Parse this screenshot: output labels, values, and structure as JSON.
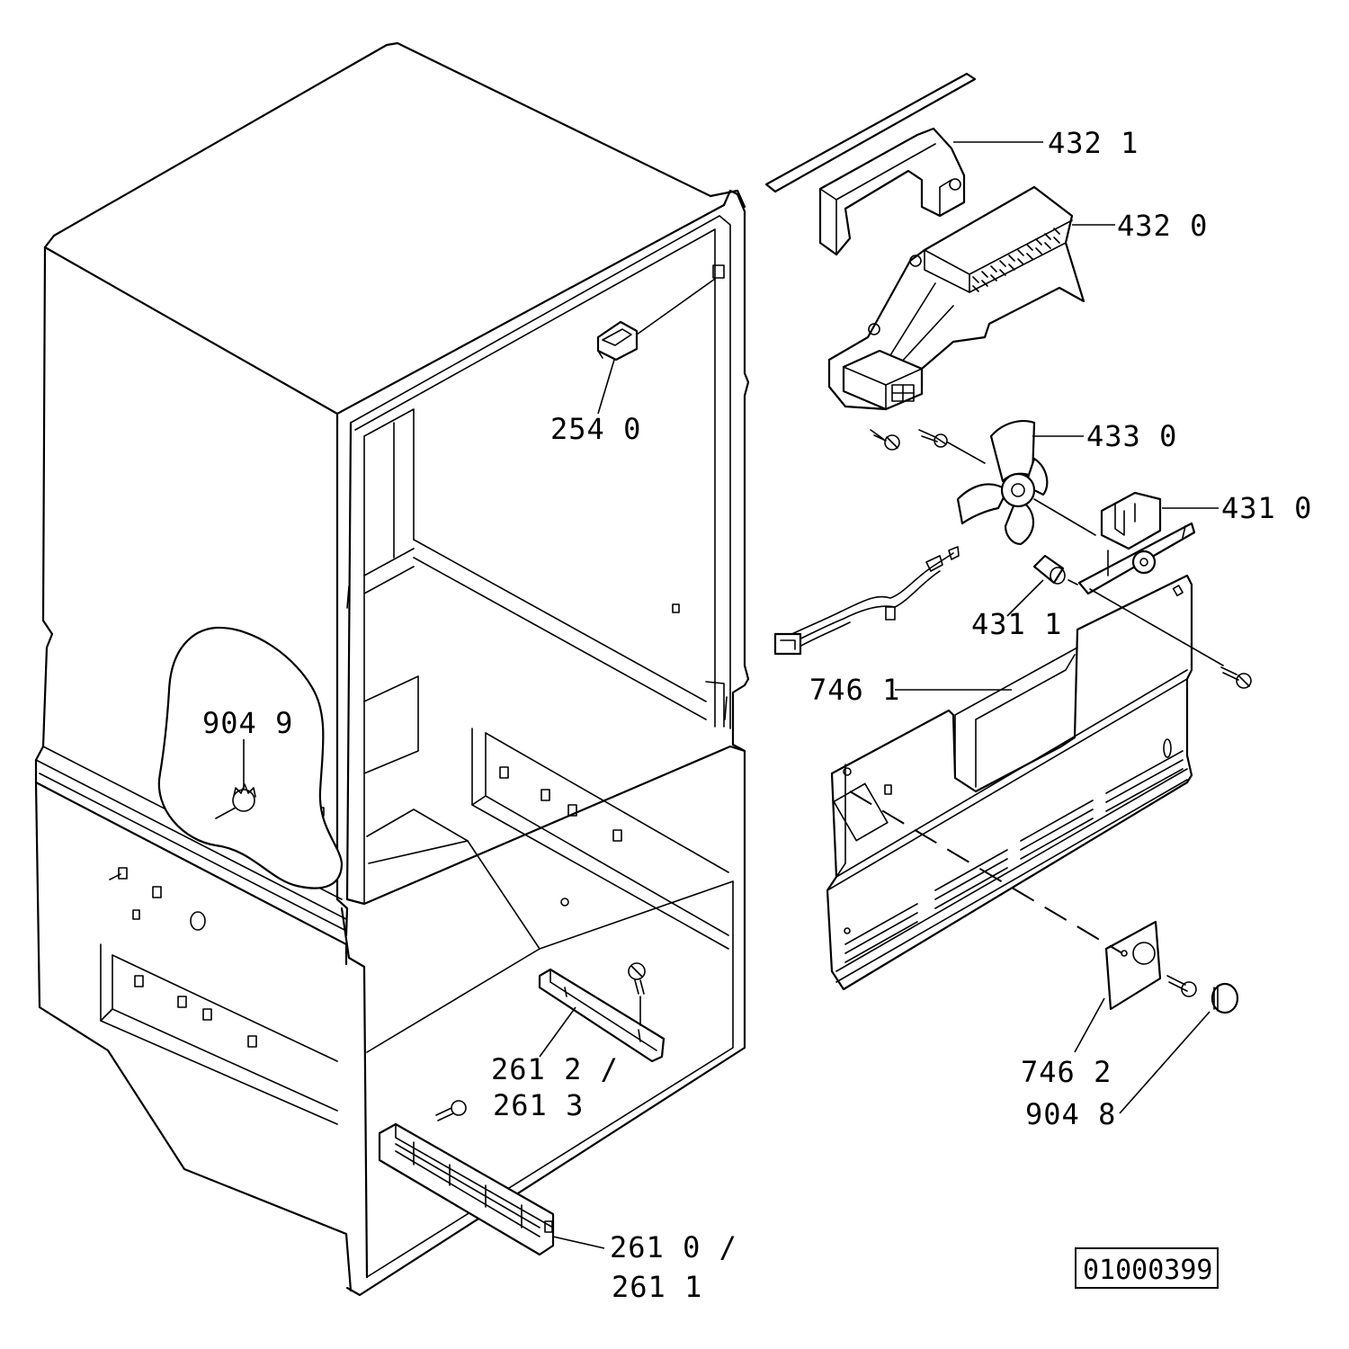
{
  "labels": {
    "p432_1": "432 1",
    "p432_0": "432 0",
    "p254_0": "254 0",
    "p433_0": "433 0",
    "p431_0": "431 0",
    "p431_1": "431 1",
    "p746_1": "746 1",
    "p904_9": "904 9",
    "p261_2": "261 2 /",
    "p261_3": "261 3",
    "p746_2": "746 2",
    "p904_8": "904 8",
    "p261_0": "261 0 /",
    "p261_1": "261 1"
  },
  "drawing_number": "01000399"
}
